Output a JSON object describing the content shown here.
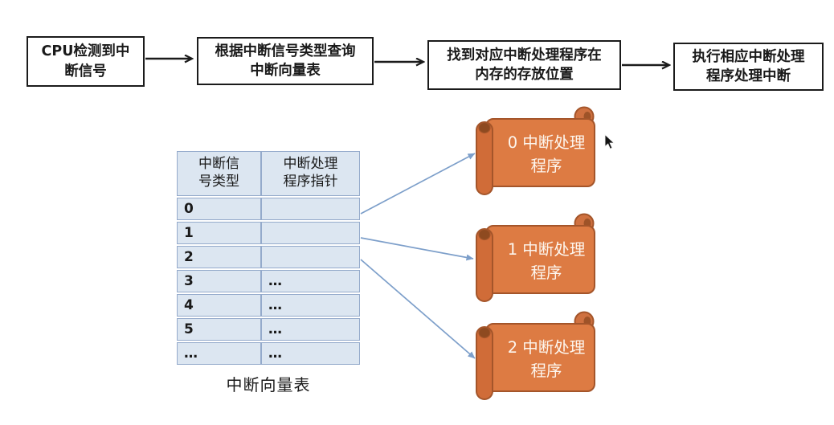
{
  "flow": {
    "steps": [
      {
        "label": "CPU检测到中\n断信号"
      },
      {
        "label": "根据中断信号类型查询\n中断向量表"
      },
      {
        "label": "找到对应中断处理程序在\n内存的存放位置"
      },
      {
        "label": "执行相应中断处理\n程序处理中断"
      }
    ]
  },
  "table": {
    "headers": [
      "中断信\n号类型",
      "中断处理\n程序指针"
    ],
    "rows": [
      [
        "0",
        ""
      ],
      [
        "1",
        ""
      ],
      [
        "2",
        ""
      ],
      [
        "3",
        "…"
      ],
      [
        "4",
        "…"
      ],
      [
        "5",
        "…"
      ],
      [
        "…",
        "…"
      ]
    ],
    "caption": "中断向量表"
  },
  "scrolls": [
    {
      "label": "0 中断处理\n程序"
    },
    {
      "label": "1 中断处理\n程序"
    },
    {
      "label": "2 中断处理\n程序"
    }
  ],
  "colors": {
    "scroll_fill": "#dd7b43",
    "scroll_border": "#a4552a",
    "scroll_tube": "#d06c38",
    "scroll_dark": "#8e4a20",
    "table_fill": "#dce6f1",
    "table_border": "#94aacb",
    "connector_blue": "#7d9fca",
    "flow_black": "#1b1b1b"
  },
  "icons": {
    "cursor": "mouse-pointer"
  }
}
